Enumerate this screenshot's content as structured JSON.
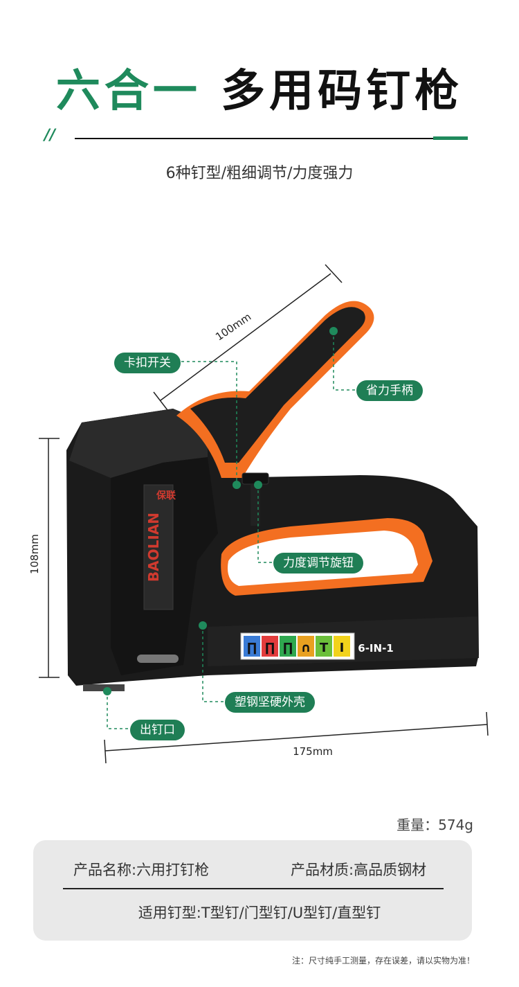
{
  "title": {
    "green": "六合一",
    "black": "多用码钉枪"
  },
  "header_mark": "//",
  "subtitle": "6种钉型/粗细调节/力度强力",
  "dimensions": {
    "length": "100mm",
    "height": "108mm",
    "width": "175mm"
  },
  "callouts": {
    "latch": "卡扣开关",
    "handle": "省力手柄",
    "knob": "力度调节旋钮",
    "shell": "塑钢坚硬外壳",
    "outlet": "出钉口"
  },
  "product": {
    "brand_vertical": "BAOLIAN",
    "brand_cn": "保联",
    "model_badge": "6-IN-1",
    "nail_types": [
      {
        "glyph": "∏",
        "color": "#3a7bd5"
      },
      {
        "glyph": "∏",
        "color": "#e23c3c"
      },
      {
        "glyph": "∏",
        "color": "#2fa84f"
      },
      {
        "glyph": "∩",
        "color": "#e8a020"
      },
      {
        "glyph": "T",
        "color": "#6bbf3a"
      },
      {
        "glyph": "I",
        "color": "#f2d21b"
      }
    ]
  },
  "weight": "重量：574g",
  "specs": {
    "name": "产品名称:六用打钉枪",
    "material": "产品材质:高品质钢材",
    "nails": "适用钉型:T型钉/门型钉/U型钉/直型钉"
  },
  "note": "注：尺寸纯手工测量，存在误差，请以实物为准！",
  "colors": {
    "accent_green": "#1f8a5c",
    "tool_orange": "#f36f21",
    "tool_black": "#1b1b1b"
  }
}
